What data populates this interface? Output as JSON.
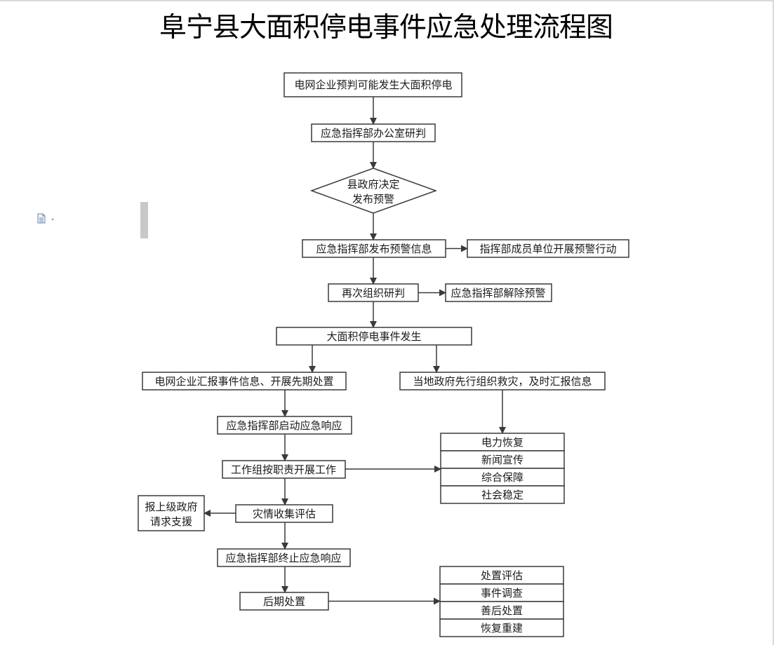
{
  "title": "阜宁县大面积停电事件应急处理流程图",
  "toolbar": {
    "doc_icon": "document-icon"
  },
  "nodes": {
    "n1": "电网企业预判可能发生大面积停电",
    "n2": "应急指挥部办公室研判",
    "n3_line1": "县政府决定",
    "n3_line2": "发布预警",
    "n4": "应急指挥部发布预警信息",
    "n5": "指挥部成员单位开展预警行动",
    "n6": "再次组织研判",
    "n7": "应急指挥部解除预警",
    "n8": "大面积停电事件发生",
    "n9": "电网企业汇报事件信息、开展先期处置",
    "n10": "当地政府先行组织救灾，及时汇报信息",
    "n11": "应急指挥部启动应急响应",
    "n12": "工作组按职责开展工作",
    "n13": "灾情收集评估",
    "n14_line1": "报上级政府",
    "n14_line2": "请求支援",
    "n15": "应急指挥部终止应急响应",
    "n16": "后期处置"
  },
  "group1": [
    "电力恢复",
    "新闻宣传",
    "综合保障",
    "社会稳定"
  ],
  "group2": [
    "处置评估",
    "事件调查",
    "善后处置",
    "恢复重建"
  ],
  "colors": {
    "line": "#3a3a3a",
    "text": "#1a1a1a",
    "background": "#ffffff"
  }
}
